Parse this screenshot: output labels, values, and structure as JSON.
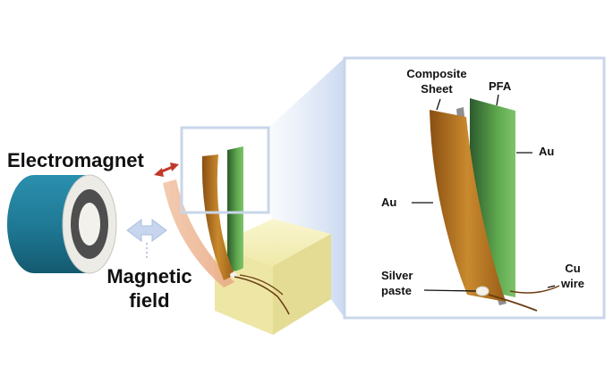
{
  "labels": {
    "electromagnet": "Electromagnet",
    "magnetic_field_line1": "Magnetic",
    "magnetic_field_line2": "field",
    "composite_sheet_line1": "Composite",
    "composite_sheet_line2": "Sheet",
    "pfa": "PFA",
    "au_right": "Au",
    "au_left": "Au",
    "silver_paste_line1": "Silver",
    "silver_paste_line2": "paste",
    "cu_wire_line1": "Cu",
    "cu_wire_line2": "wire"
  },
  "colors": {
    "electromagnet_body": "#1f7a96",
    "electromagnet_face": "#e9e9e4",
    "coil_ring": "#555555",
    "composite_sheet": "#b8741e",
    "pfa_layer": "#5ea84e",
    "base_block": "#f3eeb4",
    "inset_border": "#c9d6ea",
    "motion_arrow": "#c0392b",
    "field_arrow": "#b8c9e6"
  }
}
